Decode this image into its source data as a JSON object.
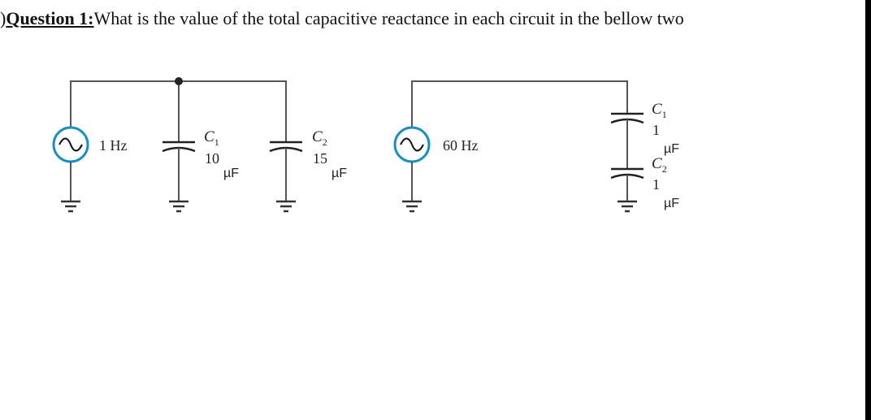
{
  "question": {
    "prefix": ")",
    "label": "Question 1:",
    "text": "What is the value of the total capacitive reactance in each circuit in the bellow two"
  },
  "circuit_1": {
    "source": {
      "frequency": "1 Hz"
    },
    "capacitors": [
      {
        "name": "C",
        "subscript": "1",
        "value": "10",
        "unit": "µF"
      },
      {
        "name": "C",
        "subscript": "2",
        "value": "15",
        "unit": "µF"
      }
    ]
  },
  "circuit_2": {
    "source": {
      "frequency": "60 Hz"
    },
    "capacitors": [
      {
        "name": "C",
        "subscript": "1",
        "value": "1",
        "unit": "µF"
      },
      {
        "name": "C",
        "subscript": "2",
        "value": "1",
        "unit": "µF"
      }
    ]
  }
}
